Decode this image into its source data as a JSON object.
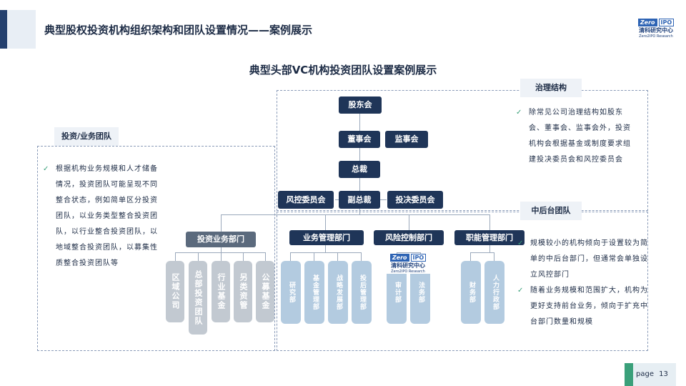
{
  "header": {
    "title": "典型股权投资机构组织架构和团队设置情况——案例展示",
    "logo": {
      "zero": "Zero",
      "ipo": "IPO",
      "cn": "清科研究中心",
      "en": "Zero2IPO Research"
    }
  },
  "diagram": {
    "title": "典型头部VC机构投资团队设置案例展示",
    "governance": {
      "tag": "治理结构",
      "nodes": {
        "shareholders": "股东会",
        "board": "董事会",
        "supervisors": "监事会",
        "president": "总裁",
        "risk_committee": "风控委员会",
        "vp": "副总裁",
        "ic": "投决委员会"
      },
      "bullets": [
        "除常见公司治理结构如股东会、董事会、监事会外，投资机构会根据基金或制度要求组建投决委员会和风控委员会"
      ]
    },
    "investment": {
      "tag": "投资/业务团队",
      "dept": "投资业务部门",
      "bullets": [
        "根据机构业务规模和人才储备情况，投资团队可能呈现不同整合状态，例如简单区分投资团队，以业务类型整合投资团队，以行业整合投资团队，以地域整合投资团队，以募集性质整合投资团队等"
      ],
      "columns": [
        "区域公司",
        "总部投资团队",
        "行业基金",
        "另类资管",
        "公募基金"
      ]
    },
    "middle": {
      "tag": "中后台团队",
      "bullets": [
        "规模较小的机构倾向于设置较为简单的中后台部门，但通常会单独设立风控部门",
        "随着业务规模和范围扩大，机构为更好支持前台业务，倾向于扩充中台部门数量和规模"
      ],
      "depts": [
        {
          "name": "业务管理部门",
          "columns": [
            "研究部",
            "基金管理部",
            "战略发展部",
            "投后管理部"
          ]
        },
        {
          "name": "风险控制部门",
          "columns": [
            "审计部",
            "法务部"
          ]
        },
        {
          "name": "职能管理部门",
          "columns": [
            "财务部",
            "人力行政部"
          ]
        }
      ]
    }
  },
  "footer": {
    "page_label": "page",
    "page_number": "13"
  },
  "colors": {
    "navy": "#1f3558",
    "grey": "#5b6a7d",
    "light_blue": "#b3cbe0",
    "light_grey": "#c2c9d1",
    "accent_green": "#3aa07a"
  }
}
